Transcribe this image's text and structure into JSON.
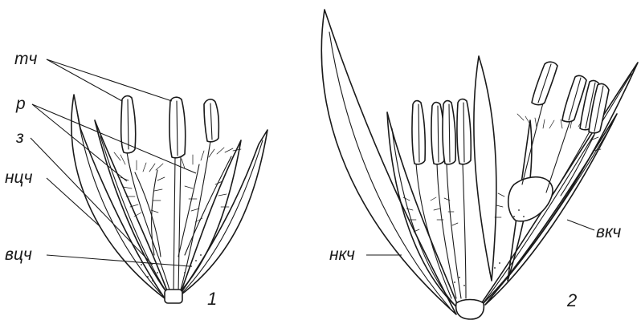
{
  "labels": {
    "stamens": "тч",
    "hairs": "р",
    "ovary": "з",
    "lower_glume_1": "нцч",
    "upper_glume_1": "вцч",
    "lower_palea_2": "нкч",
    "upper_palea_2": "вкч"
  },
  "figure_numbers": {
    "first": "1",
    "second": "2"
  }
}
